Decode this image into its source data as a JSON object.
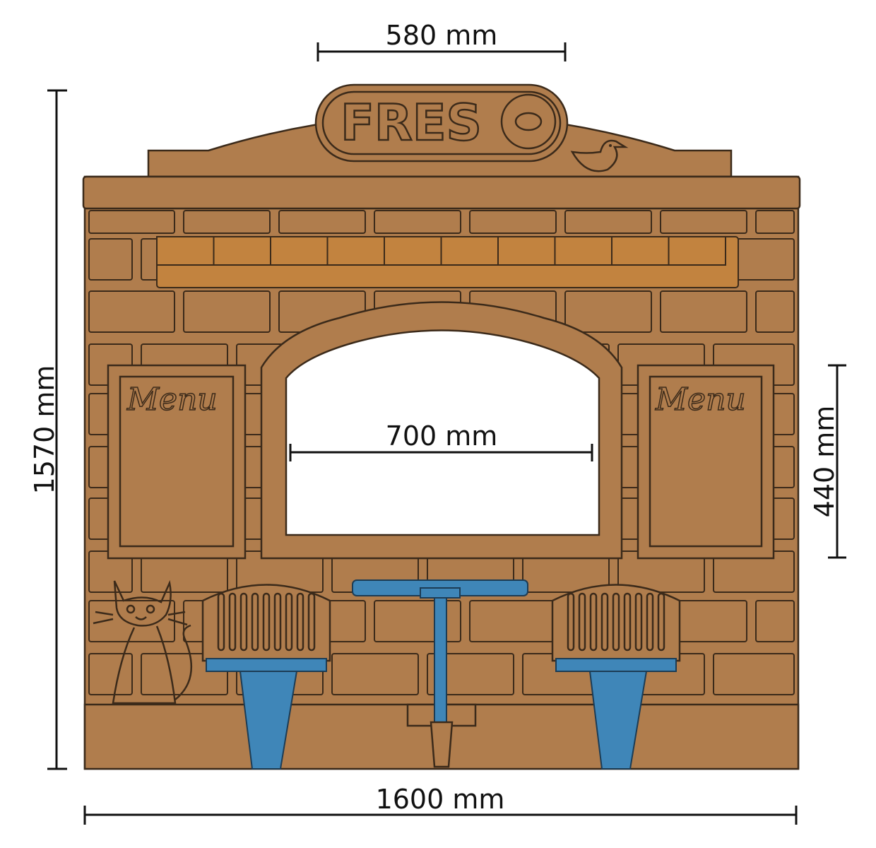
{
  "dimensions": {
    "top_width": "580 mm",
    "total_height": "1570 mm",
    "window_width": "700 mm",
    "menu_height": "440 mm",
    "total_width": "1600 mm"
  },
  "logo": {
    "text": "FRES"
  },
  "menus": [
    "Menu",
    "Menu"
  ],
  "colors": {
    "body": "#b07d4d",
    "outline": "#3b2a1a",
    "awning": "#c2833f",
    "seat_blue": "#3f86b8"
  }
}
